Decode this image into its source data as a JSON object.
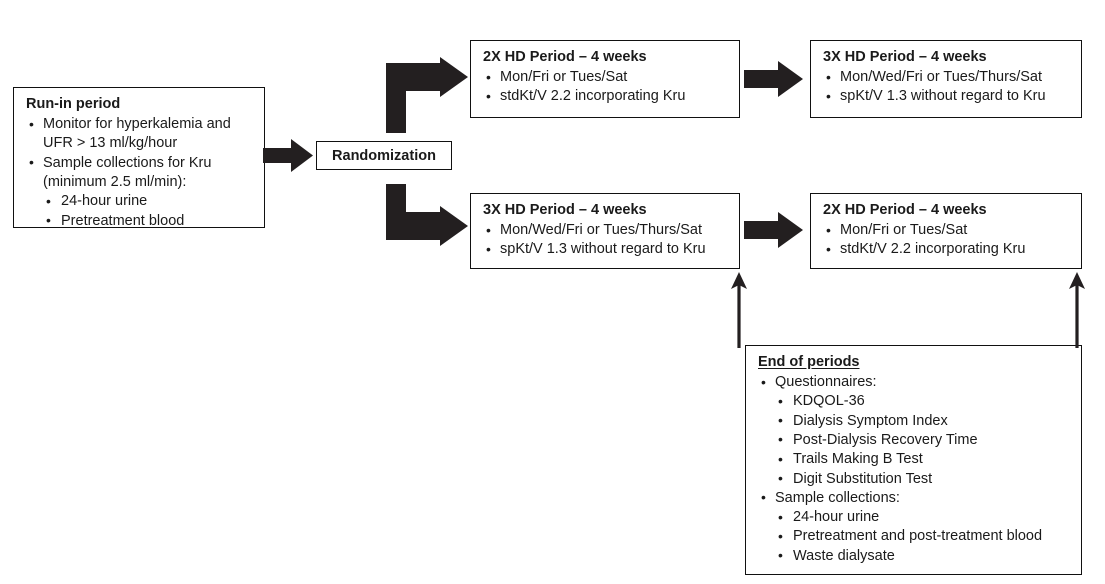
{
  "diagram": {
    "title": "Randomized crossover hemodialysis study flow diagram",
    "line_color": "#111111",
    "arrow_color": "#231f20",
    "background": "#ffffff"
  },
  "boxes": {
    "run_in": {
      "title": "Run-in period",
      "items": [
        {
          "text": "Monitor for hyperkalemia and",
          "continuation": "UFR > 13 ml/kg/hour"
        },
        {
          "text": "Sample collections for Kru",
          "continuation": "(minimum 2.5 ml/min):",
          "subitems": [
            "24-hour urine",
            "Pretreatment blood"
          ]
        }
      ]
    },
    "randomization": {
      "label": "Randomization"
    },
    "period1_top": {
      "title": "2X HD Period – 4 weeks",
      "items": [
        {
          "text": "Mon/Fri or Tues/Sat"
        },
        {
          "text": "stdKt/V 2.2 incorporating Kru"
        }
      ]
    },
    "period2_top": {
      "title": "3X HD Period – 4 weeks",
      "items": [
        {
          "text": "Mon/Wed/Fri or Tues/Thurs/Sat"
        },
        {
          "text": "spKt/V 1.3 without regard to Kru"
        }
      ]
    },
    "period1_bottom": {
      "title": "3X HD Period – 4 weeks",
      "items": [
        {
          "text": "Mon/Wed/Fri or Tues/Thurs/Sat"
        },
        {
          "text": "spKt/V 1.3 without regard to Kru"
        }
      ]
    },
    "period2_bottom": {
      "title": "2X HD Period – 4 weeks",
      "items": [
        {
          "text": "Mon/Fri or Tues/Sat"
        },
        {
          "text": "stdKt/V 2.2 incorporating Kru"
        }
      ]
    },
    "end_of_periods": {
      "title": "End of periods",
      "items": [
        {
          "text": "Questionnaires:",
          "subitems": [
            "KDQOL-36",
            "Dialysis Symptom Index",
            "Post-Dialysis Recovery Time",
            "Trails Making B Test",
            "Digit Substitution Test"
          ]
        },
        {
          "text": "Sample collections:",
          "subitems": [
            "24-hour urine",
            "Pretreatment and post-treatment blood",
            "Waste dialysate"
          ]
        }
      ]
    }
  },
  "arrows": {
    "runin_to_randomization": {
      "name": "arrow-runin-to-randomization",
      "style": "block-right"
    },
    "randomization_to_top": {
      "name": "arrow-randomization-to-top",
      "style": "block-elbow-up-right"
    },
    "randomization_to_bottom": {
      "name": "arrow-randomization-to-bottom",
      "style": "block-elbow-down-right"
    },
    "top_p1_to_p2": {
      "name": "arrow-top-period1-to-period2",
      "style": "block-right"
    },
    "bottom_p1_to_p2": {
      "name": "arrow-bottom-period1-to-period2",
      "style": "block-right"
    },
    "endperiods_to_bottom_p1": {
      "name": "arrow-endperiods-to-bottom-period1",
      "style": "line-up"
    },
    "endperiods_to_bottom_p2": {
      "name": "arrow-endperiods-to-bottom-period2",
      "style": "line-up"
    }
  }
}
